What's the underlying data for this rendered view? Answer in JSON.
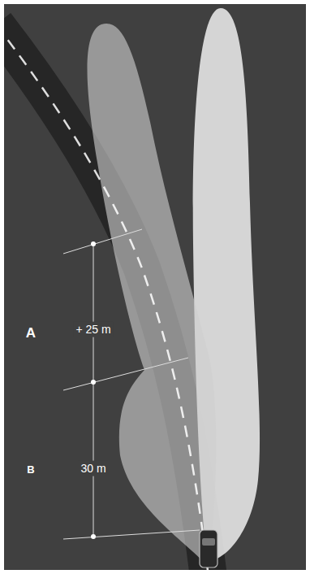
{
  "diagram": {
    "labels": [
      "A",
      "+ 25 m",
      "B",
      "30 m"
    ]
  }
}
